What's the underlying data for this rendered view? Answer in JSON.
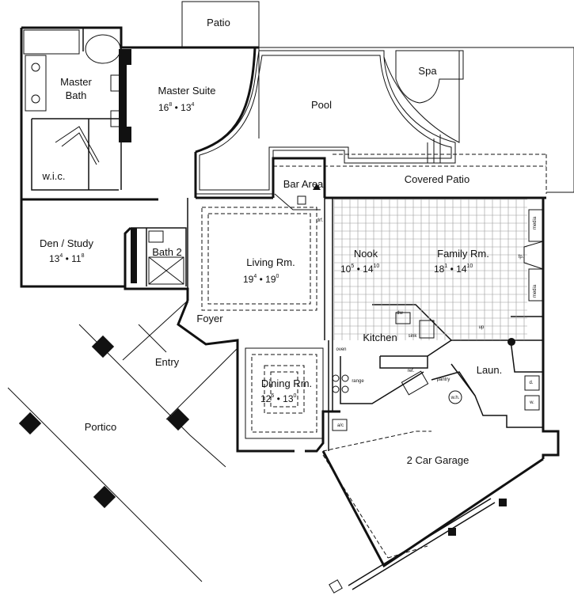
{
  "rooms": {
    "patio": "Patio",
    "master_suite": "Master Suite",
    "master_suite_dim": [
      "16",
      "8",
      "13",
      "4"
    ],
    "master_bath_1": "Master",
    "master_bath_2": "Bath",
    "wic": "w.i.c.",
    "pool": "Pool",
    "spa": "Spa",
    "bar_area": "Bar Area",
    "covered_patio": "Covered Patio",
    "den_study": "Den / Study",
    "den_dim": [
      "13",
      "4",
      "11",
      "8"
    ],
    "bath2": "Bath 2",
    "living": "Living Rm.",
    "living_dim": [
      "19",
      "4",
      "19",
      "0"
    ],
    "nook": "Nook",
    "nook_dim": [
      "10",
      "5",
      "14",
      "10"
    ],
    "family": "Family Rm.",
    "family_dim": [
      "18",
      "1",
      "14",
      "10"
    ],
    "foyer": "Foyer",
    "kitchen": "Kitchen",
    "entry": "Entry",
    "dining": "Dining Rm.",
    "dining_dim": [
      "12",
      "6",
      "13",
      "0"
    ],
    "laundry": "Laun.",
    "portico": "Portico",
    "garage": "2 Car Garage"
  },
  "fixtures": {
    "drf": "drf.",
    "media_top": "media",
    "media_bottom": "media",
    "fp": "fp.",
    "up": "up",
    "dw": "dw",
    "sink": "sink",
    "oven": "oven",
    "range": "range",
    "ref": "ref.",
    "pantry": "pantry",
    "wh": "w.h.",
    "ac": "a/c",
    "dr": "d.",
    "w": "w."
  }
}
